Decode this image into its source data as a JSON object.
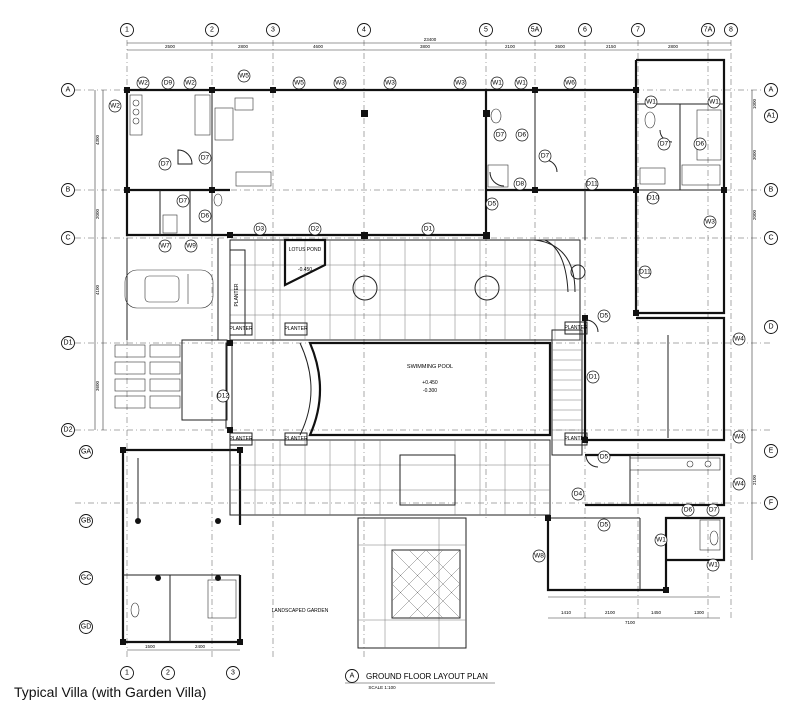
{
  "drawing": {
    "title": "GROUND FLOOR LAYOUT PLAN",
    "scale": "SCALE 1:100",
    "title_bubble": "A",
    "caption": "Typical Villa (with Garden Villa)"
  },
  "grid_top": [
    "1",
    "2",
    "3",
    "4",
    "5",
    "5A",
    "6",
    "7",
    "7A",
    "8"
  ],
  "grid_bottom": [
    "1",
    "2",
    "3"
  ],
  "grid_left": [
    "A",
    "B",
    "C",
    "D1",
    "D2",
    "GA",
    "GB",
    "GC",
    "GD"
  ],
  "grid_right": [
    "A",
    "A1",
    "B",
    "C",
    "D",
    "E",
    "F"
  ],
  "room_labels": {
    "lotus_pond": "LOTUS POND",
    "swimming_pool": "SWIMMING POOL",
    "landscaped_garden": "LANDSCAPED GARDEN",
    "planter": "PLANTER"
  },
  "tags": {
    "w2a": "W2",
    "d9": "D9",
    "w2b": "W2",
    "w5a": "W5",
    "w5b": "W5",
    "w3a": "W3",
    "w3b": "W3",
    "w1a": "W1",
    "w1b": "W1",
    "w6": "W6",
    "w1c": "W1",
    "w1d": "W1",
    "w2c": "W2",
    "d7a": "D7",
    "d7b": "D7",
    "d7c": "D7",
    "d6a": "D6",
    "d7d": "D7",
    "d6b": "D6",
    "d7e": "D7",
    "d8": "D8",
    "d11a": "D11",
    "d10": "D10",
    "d5a": "D5",
    "w7": "W7",
    "w9": "W9",
    "d3": "D3",
    "d2": "D2",
    "d1a": "D1",
    "w3c": "W3",
    "w3d": "W3",
    "d11b": "D11",
    "d5b": "D5",
    "d12": "D12",
    "d1b": "D1",
    "w4a": "W4",
    "w4b": "W4",
    "w4c": "W4",
    "d5c": "D5",
    "d4": "D4",
    "d5d": "D5",
    "d6c": "D6",
    "d7f": "D7",
    "w1e": "W1",
    "w1f": "W1",
    "w8": "W8",
    "d7g": "D7",
    "d6d": "D6"
  }
}
